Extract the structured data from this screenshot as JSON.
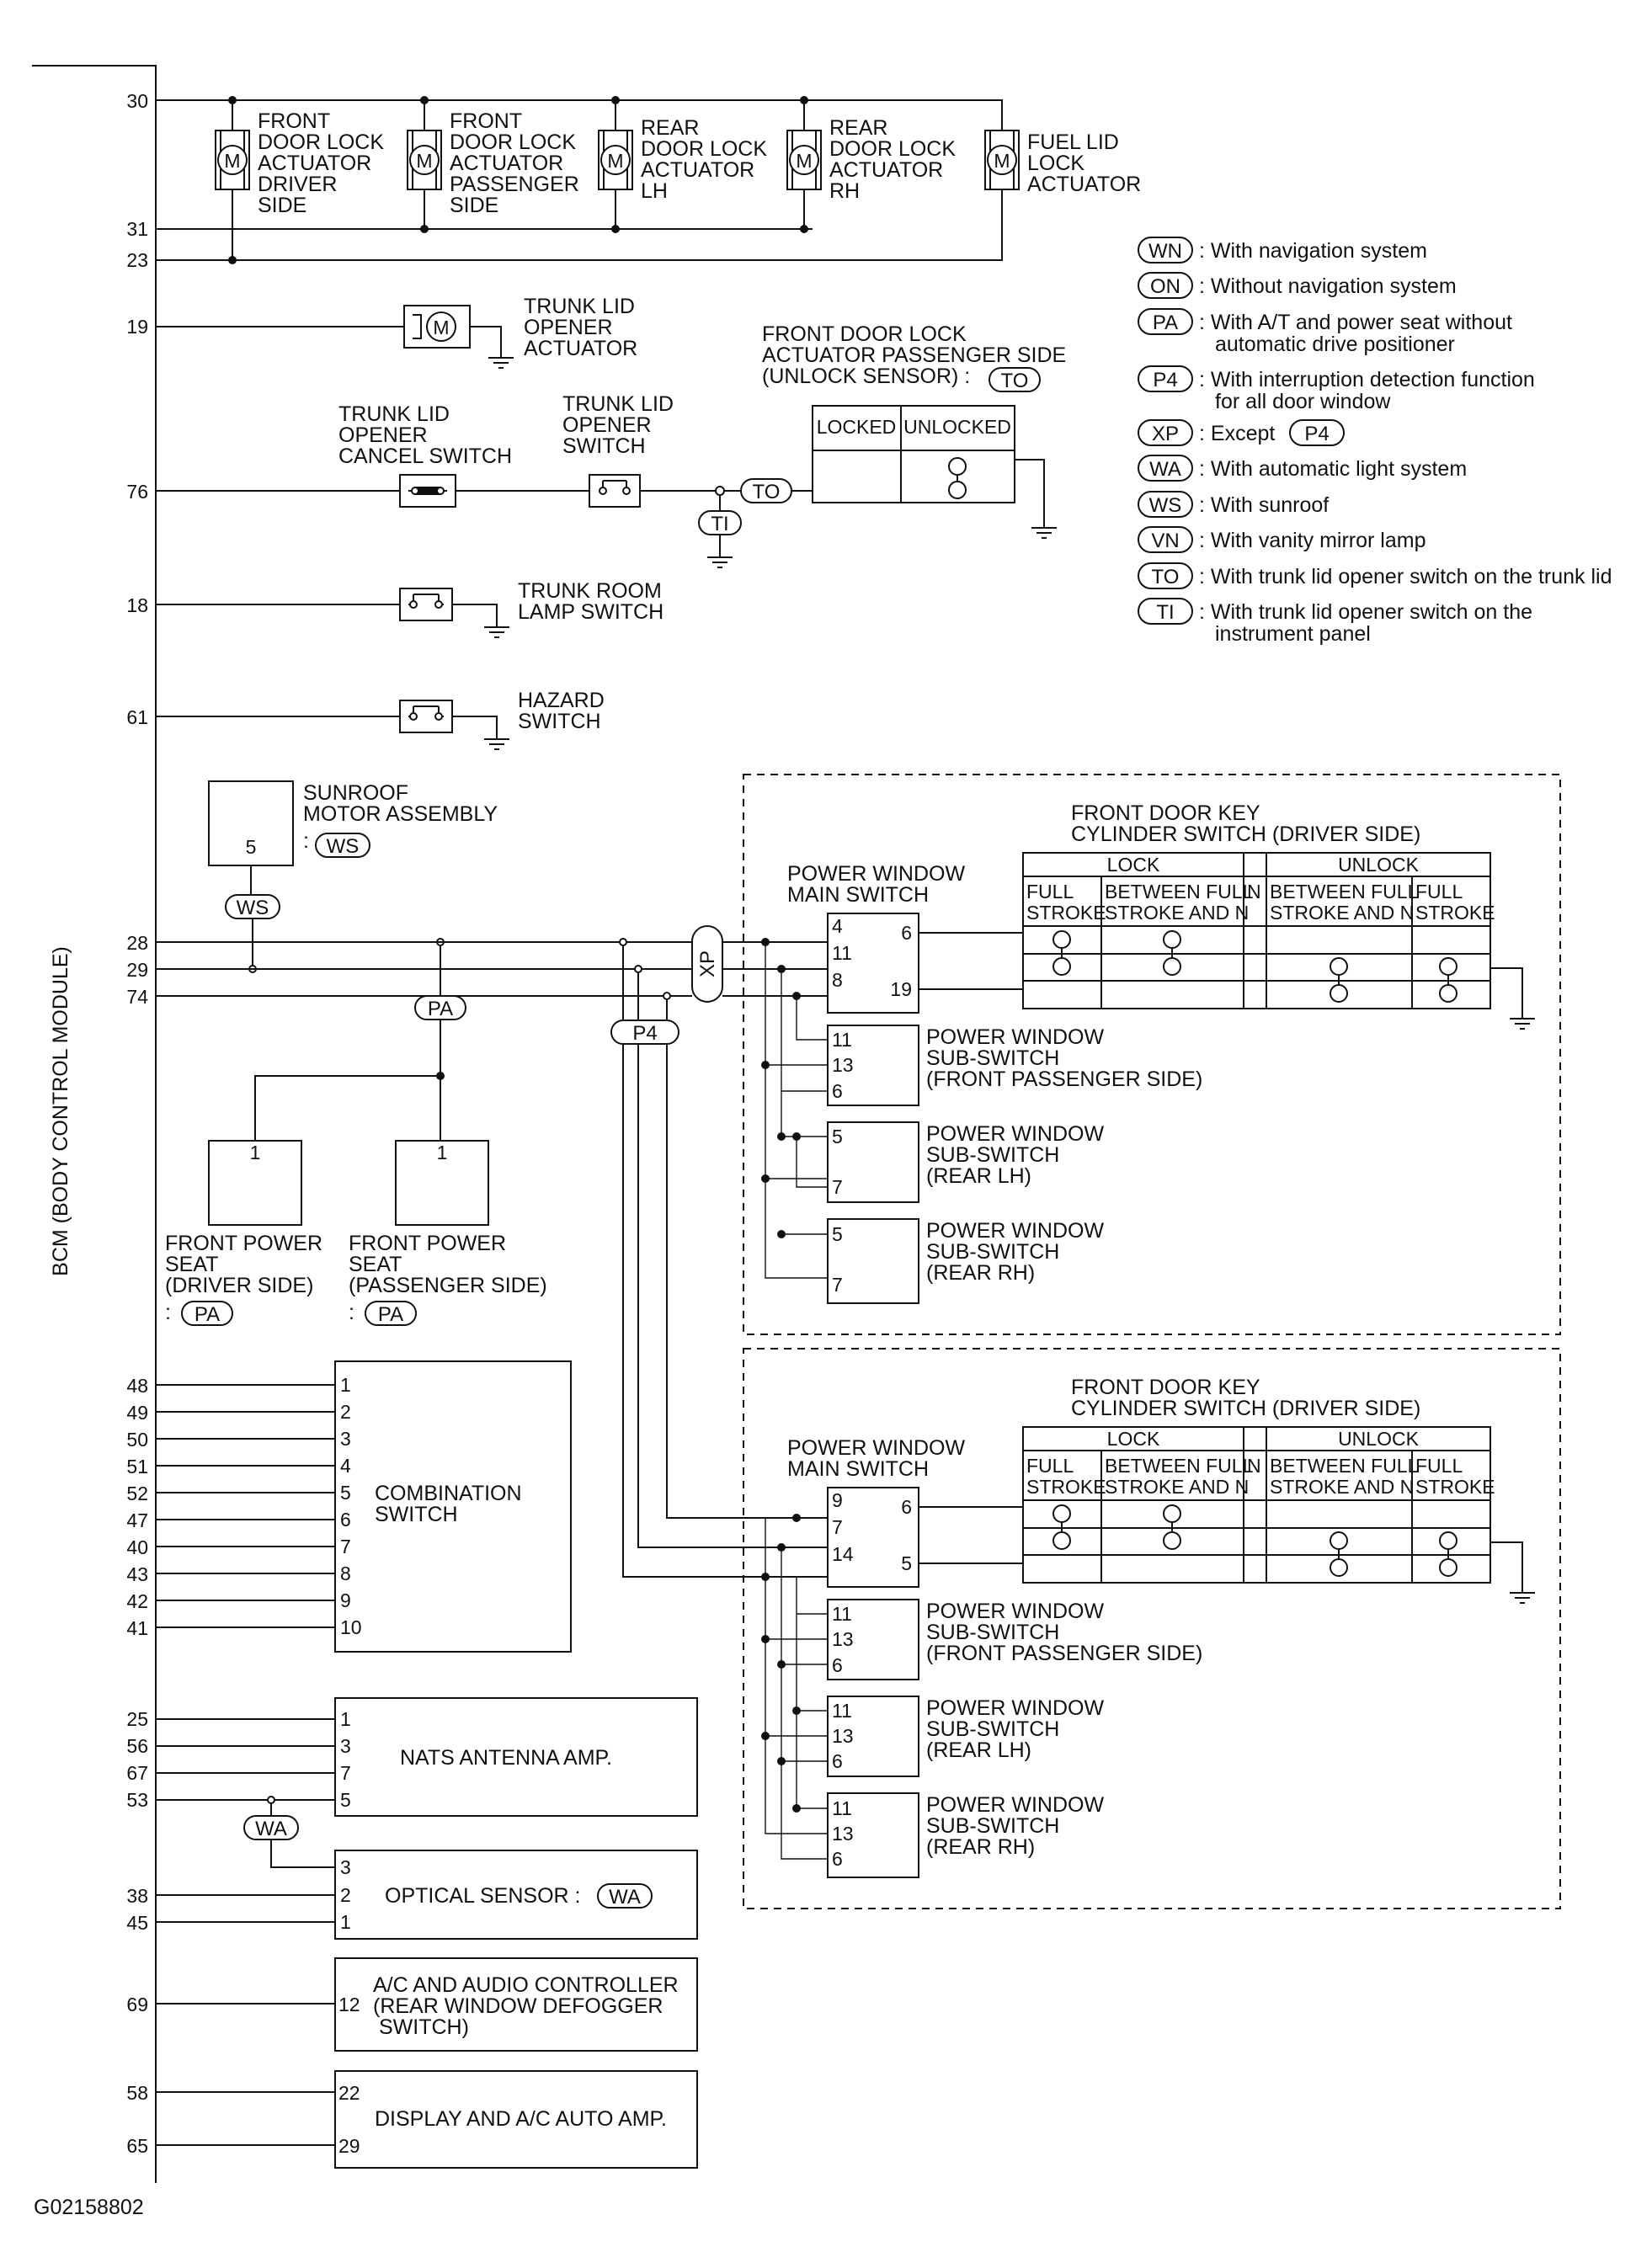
{
  "bcm_label": "BCM (BODY CONTROL MODULE)",
  "figure_id": "G02158802",
  "door_actuators": {
    "front_driver": [
      "FRONT",
      "DOOR LOCK",
      "ACTUATOR",
      "DRIVER",
      "SIDE"
    ],
    "front_passenger": [
      "FRONT",
      "DOOR LOCK",
      "ACTUATOR",
      "PASSENGER",
      "SIDE"
    ],
    "rear_lh": [
      "REAR",
      "DOOR LOCK",
      "ACTUATOR",
      "LH"
    ],
    "rear_rh": [
      "REAR",
      "DOOR LOCK",
      "ACTUATOR",
      "RH"
    ],
    "fuel_lid": [
      "FUEL LID",
      "LOCK",
      "ACTUATOR"
    ]
  },
  "motor_symbol": "M",
  "trunk_opener_actuator": [
    "TRUNK LID",
    "OPENER",
    "ACTUATOR"
  ],
  "trunk_cancel_switch": [
    "TRUNK LID",
    "OPENER",
    "CANCEL SWITCH"
  ],
  "trunk_opener_switch": [
    "TRUNK LID",
    "OPENER",
    "SWITCH"
  ],
  "unlock_sensor": {
    "title": [
      "FRONT DOOR LOCK",
      "ACTUATOR PASSENGER SIDE",
      "(UNLOCK SENSOR) :"
    ],
    "col_locked": "LOCKED",
    "col_unlocked": "UNLOCKED"
  },
  "trunk_room_lamp_switch": [
    "TRUNK ROOM",
    "LAMP SWITCH"
  ],
  "hazard_switch": [
    "HAZARD",
    "SWITCH"
  ],
  "sunroof": {
    "label": [
      "SUNROOF",
      "MOTOR ASSEMBLY",
      ":"
    ],
    "pin": "5"
  },
  "seats": {
    "driver": [
      "FRONT POWER",
      "SEAT",
      "(DRIVER SIDE)",
      ":"
    ],
    "passenger": [
      "FRONT POWER",
      "SEAT",
      "(PASSENGER SIDE)",
      ":"
    ],
    "pin": "1"
  },
  "legend": [
    {
      "code": "WN",
      "text": ": With navigation system"
    },
    {
      "code": "ON",
      "text": ": Without navigation system"
    },
    {
      "code": "PA",
      "text": ": With A/T and power seat without",
      "text2": "automatic drive positioner"
    },
    {
      "code": "P4",
      "text": ": With interruption detection function",
      "text2": "for all door window"
    },
    {
      "code": "XP",
      "text": ": Except"
    },
    {
      "code": "WA",
      "text": ": With automatic light system"
    },
    {
      "code": "WS",
      "text": ": With sunroof"
    },
    {
      "code": "VN",
      "text": ": With vanity mirror lamp"
    },
    {
      "code": "TO",
      "text": ": With trunk lid opener switch on the trunk lid"
    },
    {
      "code": "TI",
      "text": ": With trunk lid opener switch on the",
      "text2": "instrument panel"
    }
  ],
  "tags": {
    "WS": "WS",
    "PA": "PA",
    "P4": "P4",
    "XP": "XP",
    "WA": "WA",
    "TO": "TO",
    "TI": "TI"
  },
  "bcm_pins": {
    "p30": "30",
    "p31": "31",
    "p23": "23",
    "p19": "19",
    "p76": "76",
    "p18": "18",
    "p61": "61",
    "p28": "28",
    "p29": "29",
    "p74": "74",
    "p48": "48",
    "p49": "49",
    "p50": "50",
    "p51": "51",
    "p52": "52",
    "p47": "47",
    "p40": "40",
    "p43": "43",
    "p42": "42",
    "p41": "41",
    "p25": "25",
    "p56": "56",
    "p67": "67",
    "p53": "53",
    "p38": "38",
    "p45": "45",
    "p69": "69",
    "p58": "58",
    "p65": "65"
  },
  "key_cylinder": {
    "title": [
      "FRONT DOOR KEY",
      "CYLINDER SWITCH (DRIVER SIDE)"
    ],
    "lock": "LOCK",
    "unlock": "UNLOCK",
    "full_stroke": [
      "FULL",
      "STROKE"
    ],
    "between": [
      "BETWEEN FULL",
      "STROKE AND N"
    ],
    "n": "N"
  },
  "pw_main": {
    "label": [
      "POWER WINDOW",
      "MAIN SWITCH"
    ]
  },
  "pw_top": {
    "main_pins": [
      "4",
      "11",
      "8"
    ],
    "right_pins": [
      "6",
      "19"
    ]
  },
  "pw_bottom": {
    "main_pins": [
      "9",
      "7",
      "14"
    ],
    "right_pins": [
      "6",
      "5"
    ]
  },
  "sub_front_passenger": [
    "POWER WINDOW",
    "SUB-SWITCH",
    "(FRONT PASSENGER SIDE)"
  ],
  "sub_rear_lh": [
    "POWER WINDOW",
    "SUB-SWITCH",
    "(REAR LH)"
  ],
  "sub_rear_rh": [
    "POWER WINDOW",
    "SUB-SWITCH",
    "(REAR RH)"
  ],
  "sub_pins": {
    "a": [
      "11",
      "13",
      "6"
    ],
    "b": [
      "5",
      "7"
    ]
  },
  "combination_switch": {
    "label": [
      "COMBINATION",
      "SWITCH"
    ],
    "pins": [
      "1",
      "2",
      "3",
      "4",
      "5",
      "6",
      "7",
      "8",
      "9",
      "10"
    ]
  },
  "nats": {
    "label": "NATS ANTENNA AMP.",
    "pins": [
      "1",
      "3",
      "7",
      "5"
    ]
  },
  "optical": {
    "label": "OPTICAL SENSOR :",
    "pins": [
      "3",
      "2",
      "1"
    ]
  },
  "ac_audio": {
    "label": [
      "A/C AND AUDIO CONTROLLER",
      "(REAR WINDOW DEFOGGER",
      "SWITCH)"
    ],
    "pin": "12"
  },
  "display": {
    "label": "DISPLAY AND A/C AUTO AMP.",
    "pins": [
      "22",
      "29"
    ]
  }
}
